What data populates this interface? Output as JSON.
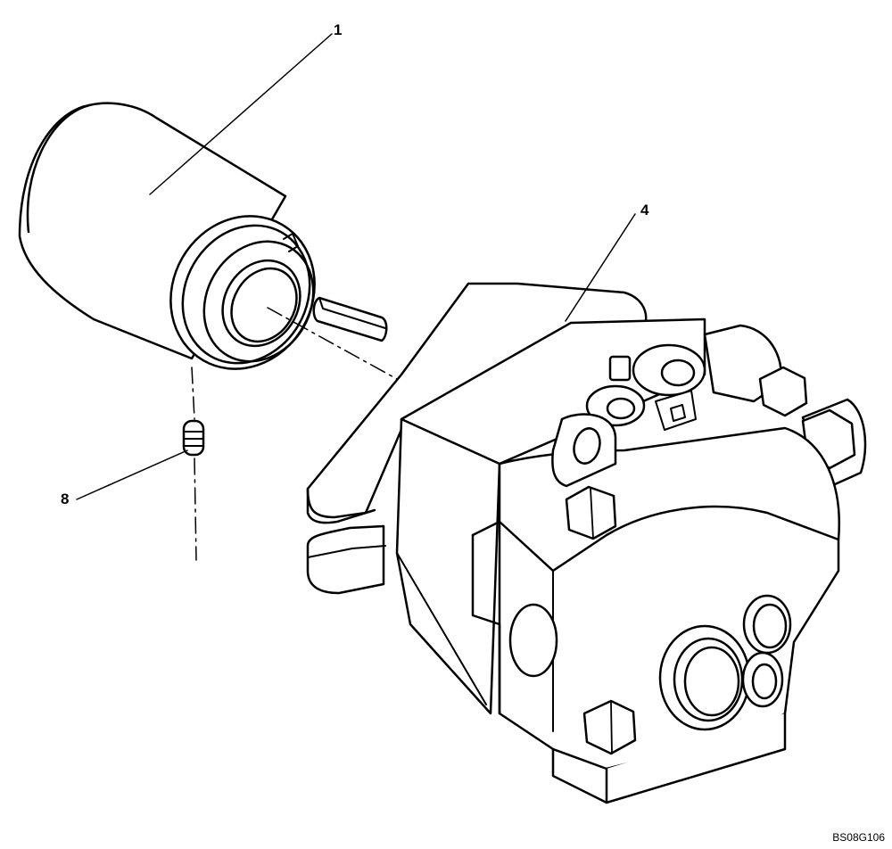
{
  "callouts": {
    "part_1": "1",
    "part_4": "4",
    "part_8": "8"
  },
  "figure_code": "BS08G106",
  "colors": {
    "line": "#000000",
    "background": "#ffffff"
  }
}
